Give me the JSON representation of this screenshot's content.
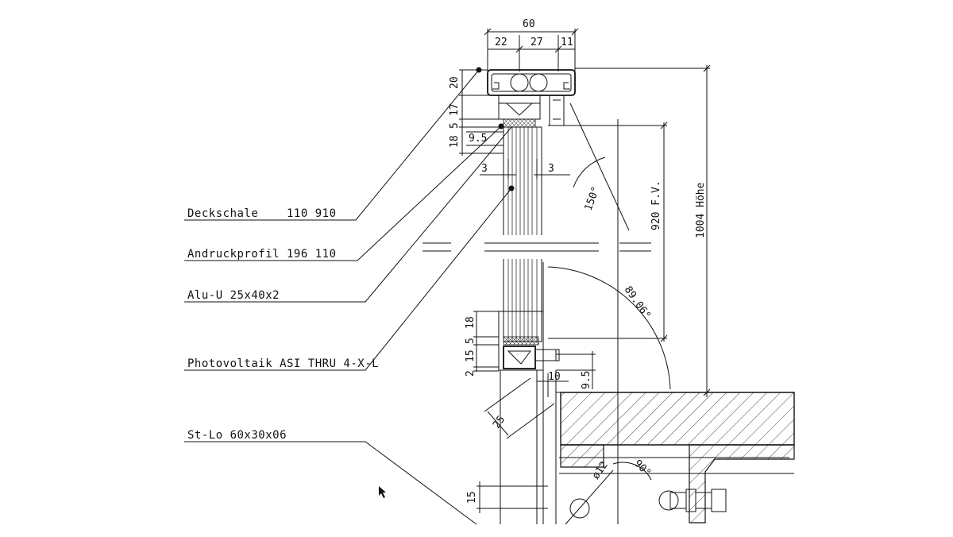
{
  "labels": {
    "deckschale": "Deckschale    110 910",
    "andruckprofil": "Andruckprofil 196 110",
    "alu_u": "Alu-U 25x40x2",
    "photovoltaik": "Photovoltaik ASI THRU 4-X-L",
    "st_lo": "St-Lo 60x30x06"
  },
  "dimensions": {
    "top_total": "60",
    "top_a": "22",
    "top_b": "27",
    "top_c": "11",
    "left_20": "20",
    "left_17": "17",
    "left_5": "5",
    "left_18": "18",
    "w_9_5_top": "9.5",
    "three_left": "3",
    "three_right": "3",
    "angle_150": "150°",
    "fv_920": "920 F.V.",
    "hoehe_1004": "1004 Höhe",
    "angle_89": "89.06°",
    "bot_18": "18",
    "bot_5": "5",
    "bot_15": "15",
    "bot_2": "2",
    "d_10": "10",
    "d_9_5": "9.5",
    "d_25": "25",
    "angle_90": "90°",
    "dia_12": "ø12",
    "d_15": "15"
  }
}
